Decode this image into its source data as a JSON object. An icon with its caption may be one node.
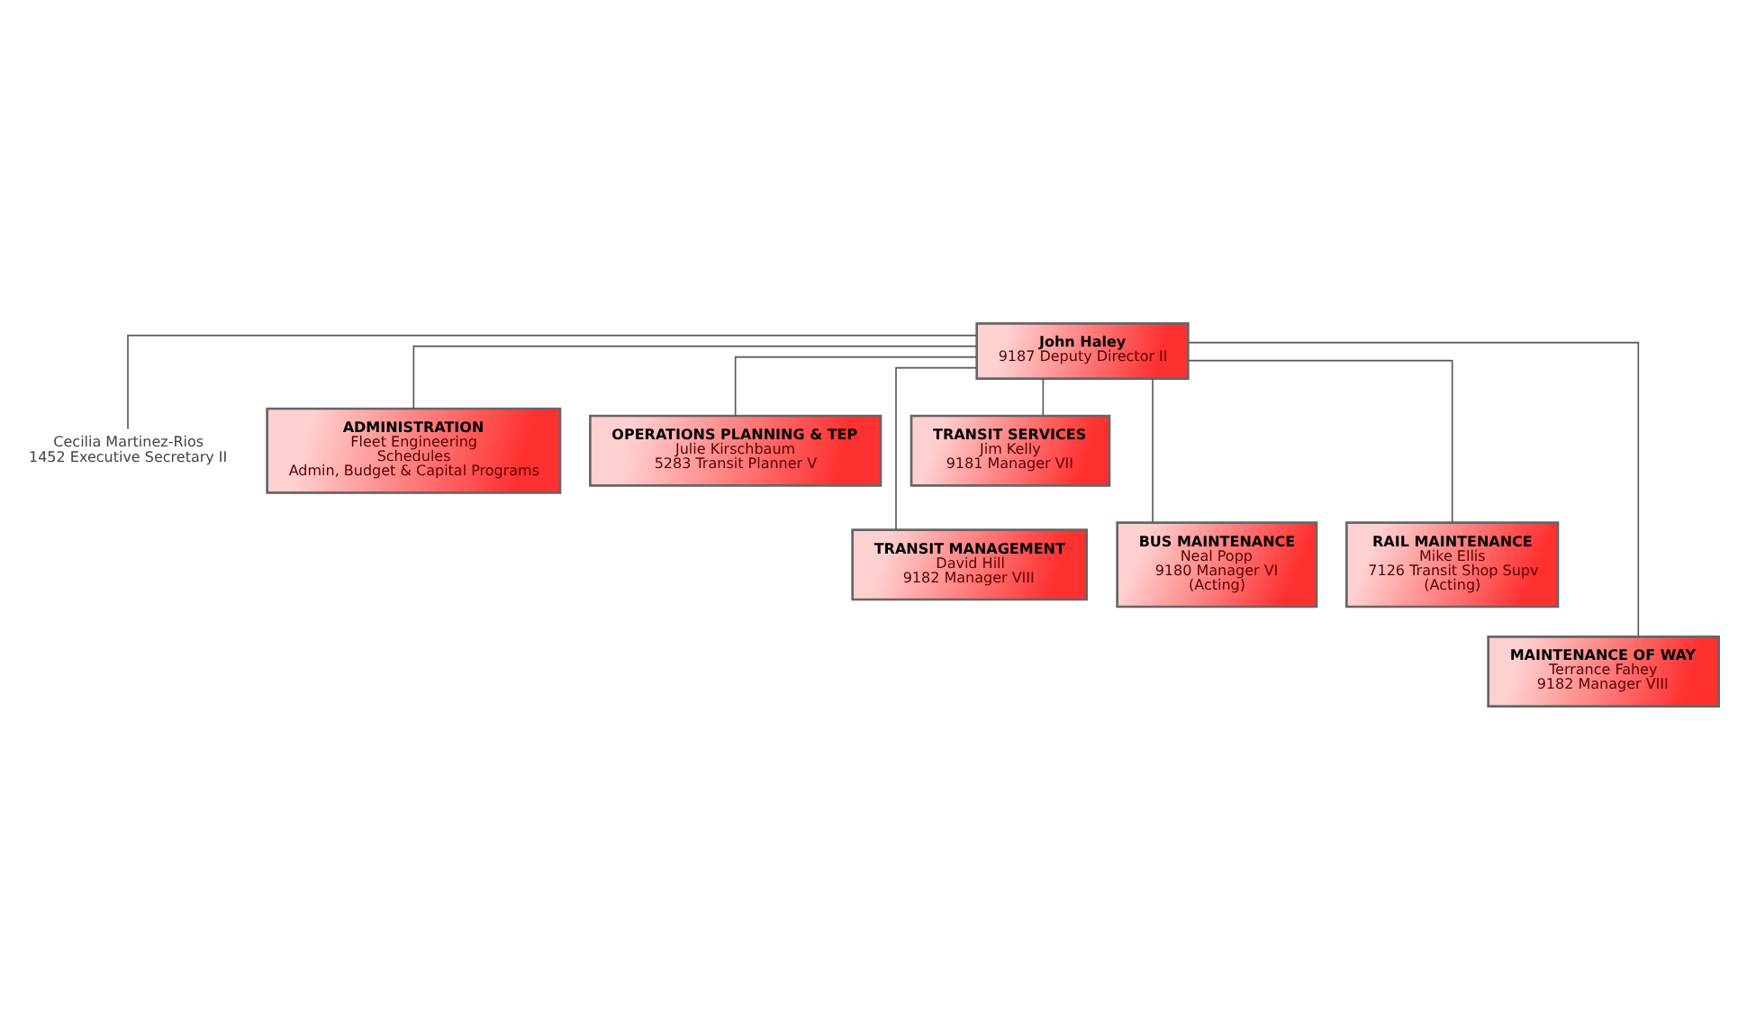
{
  "diagram": {
    "nodes": [
      {
        "text": [
          "John Haley",
          "9187 Deputy Director II"
        ]
      },
      {
        "text": [
          "Cecilia Martinez-Rios",
          "1452 Executive Secretary II"
        ]
      },
      {
        "text": [
          "ADMINISTRATION",
          "Fleet Engineering",
          "Schedules",
          "Admin, Budget & Capital Programs"
        ]
      },
      {
        "text": [
          "OPERATIONS PLANNING & TEP",
          "Julie Kirschbaum",
          "5283 Transit Planner V"
        ]
      },
      {
        "text": [
          "TRANSIT SERVICES",
          "Jim Kelly",
          "9181 Manager VII"
        ]
      },
      {
        "text": [
          "TRANSIT MANAGEMENT",
          "David Hill",
          "9182 Manager VIII"
        ]
      },
      {
        "text": [
          "BUS MAINTENANCE",
          "Neal Popp",
          "9180 Manager VI",
          "(Acting)"
        ]
      },
      {
        "text": [
          "RAIL MAINTENANCE",
          "Mike Ellis",
          "7126 Transit Shop Supv",
          "(Acting)"
        ]
      },
      {
        "text": [
          "MAINTENANCE OF WAY",
          "Terrance Fahey",
          "9182 Manager VIII"
        ]
      }
    ],
    "edges": [
      {
        "from": 0,
        "to": 1,
        "arrow": "none"
      },
      {
        "from": 0,
        "to": 2,
        "arrow": "none"
      },
      {
        "from": 0,
        "to": 3,
        "arrow": "none"
      },
      {
        "from": 0,
        "to": 4,
        "arrow": "none"
      },
      {
        "from": 0,
        "to": 5,
        "arrow": "none"
      },
      {
        "from": 0,
        "to": 6,
        "arrow": "none"
      },
      {
        "from": 0,
        "to": 7,
        "arrow": "none"
      },
      {
        "from": 0,
        "to": 8,
        "arrow": "none"
      }
    ]
  }
}
